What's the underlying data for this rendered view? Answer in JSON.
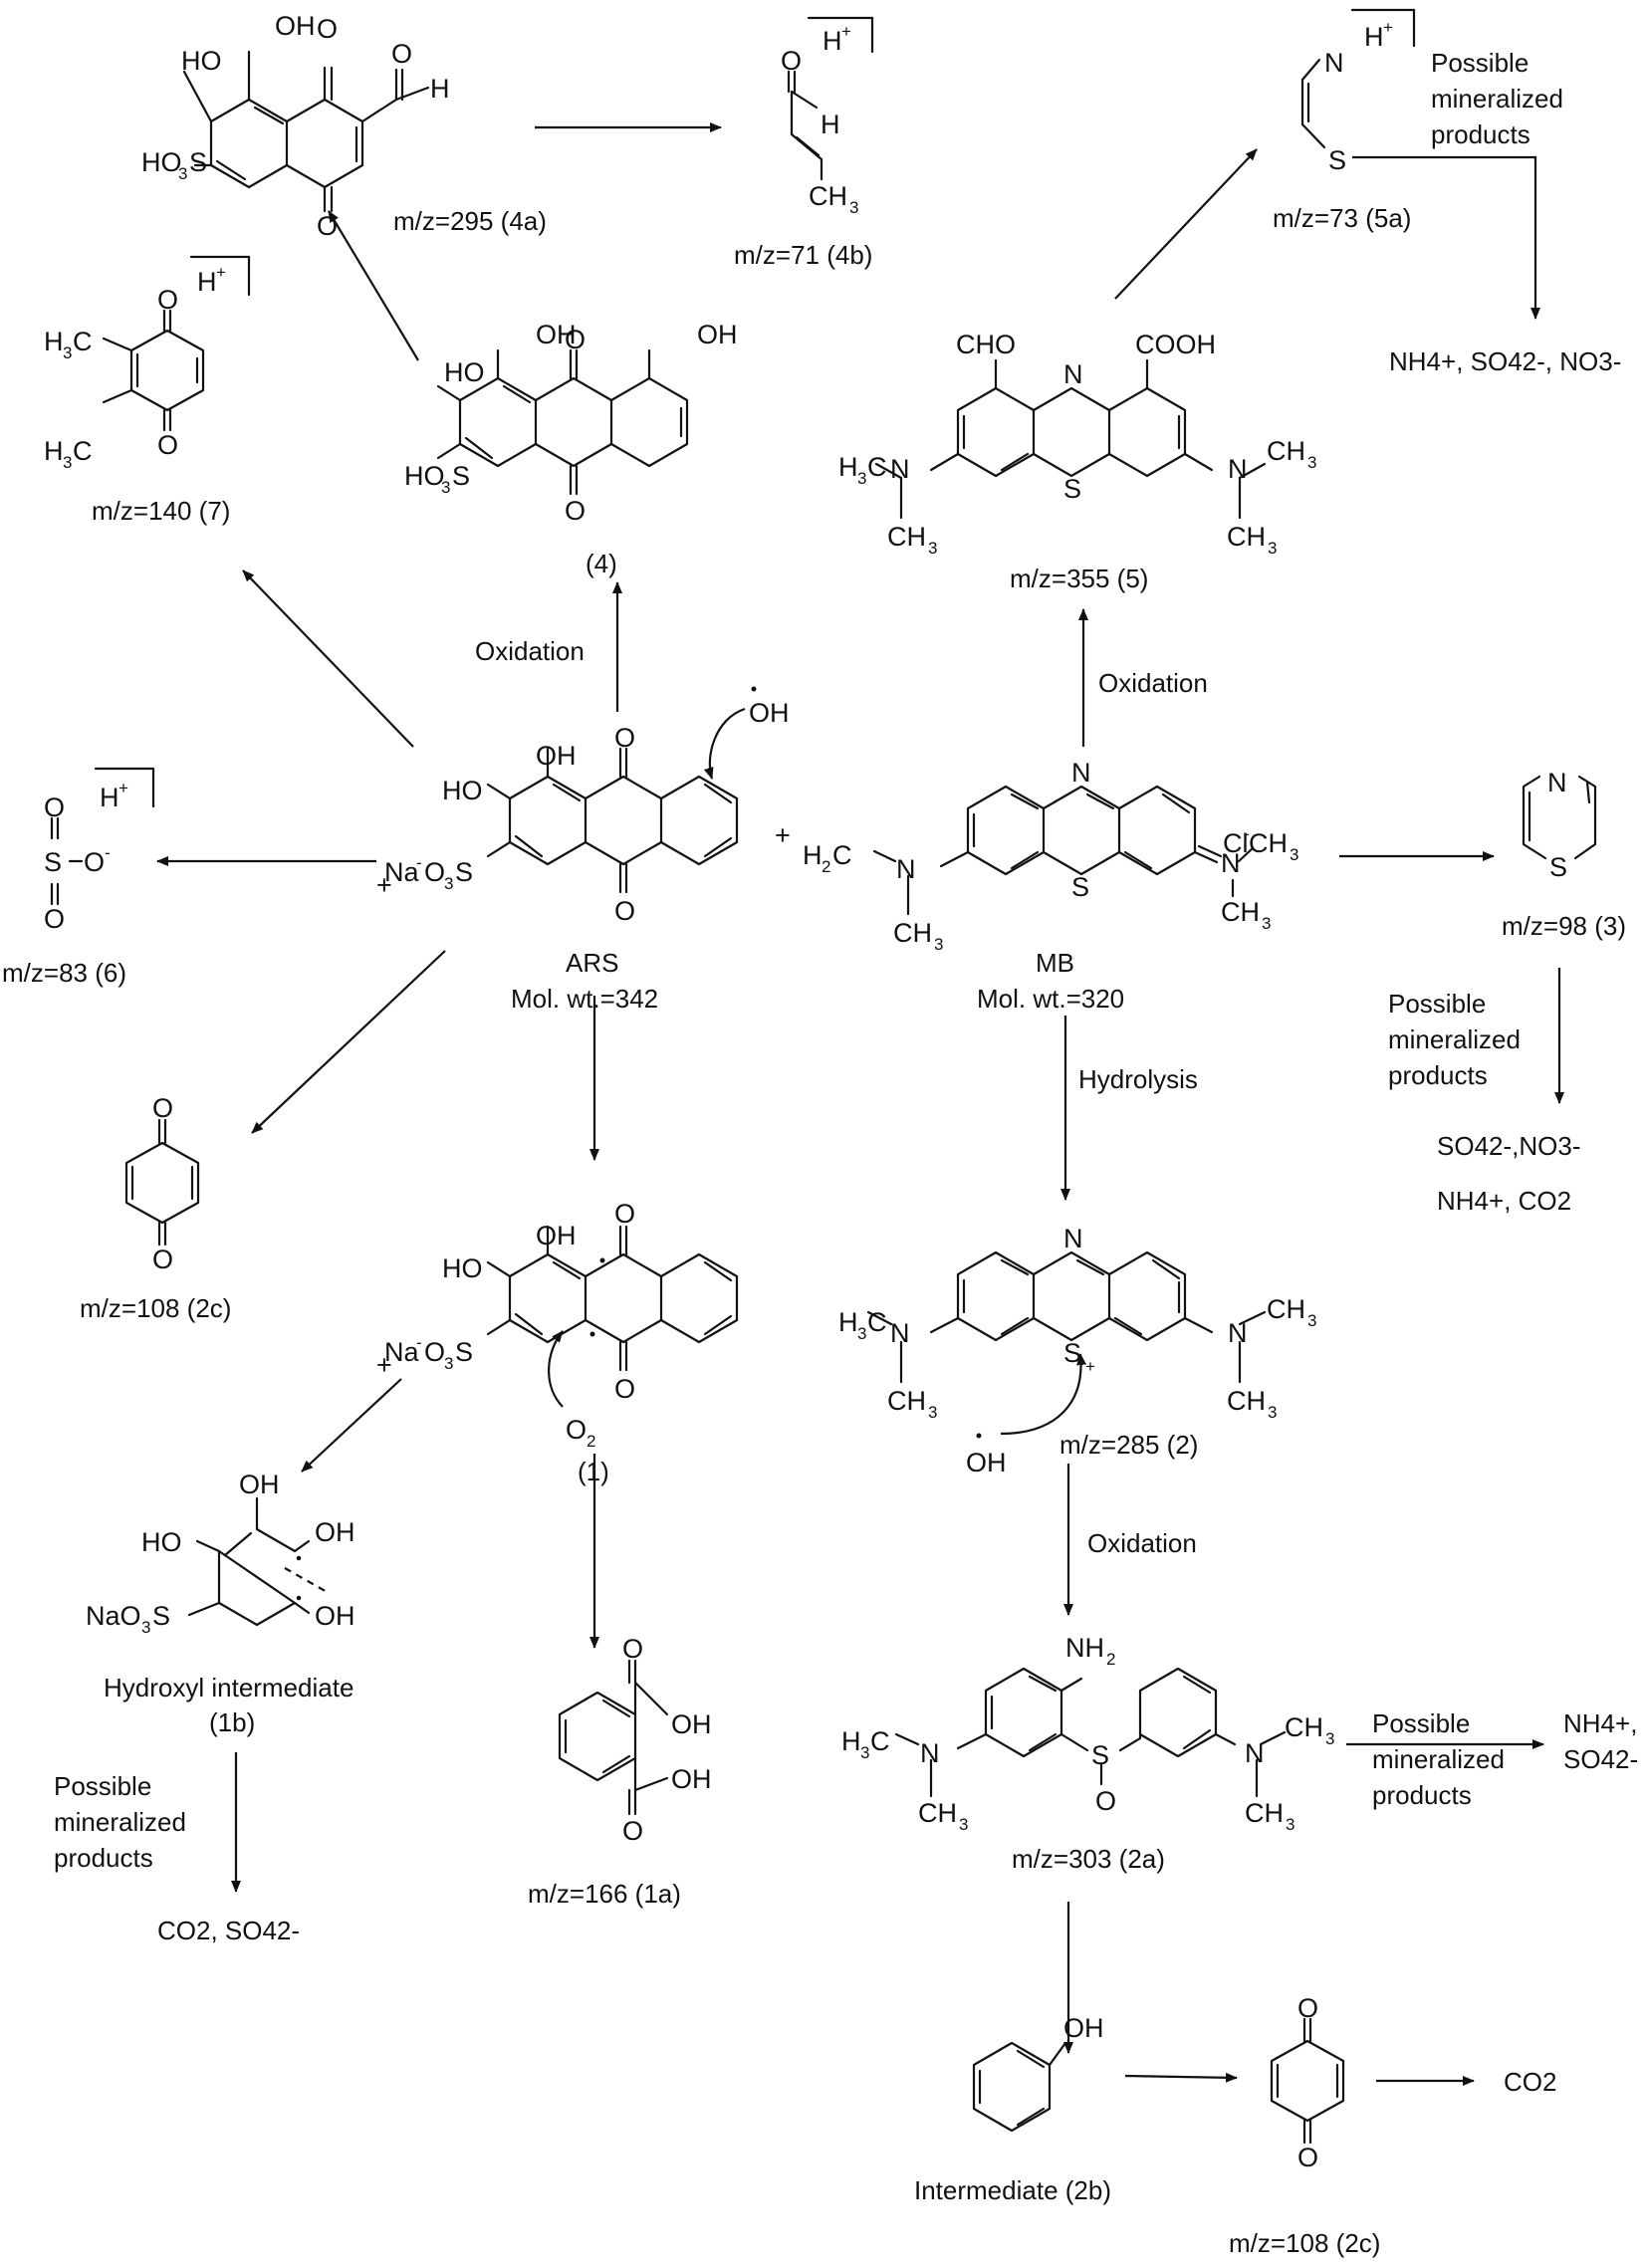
{
  "labels": {
    "m295": "m/z=295 (4a)",
    "m71": "m/z=71 (4b)",
    "m73": "m/z=73 (5a)",
    "m140": "m/z=140 (7)",
    "c4": "(4)",
    "m355": "m/z=355 (5)",
    "oxidation_ars": "Oxidation",
    "oxidation_mb": "Oxidation",
    "oxidation_2": "Oxidation",
    "hydrolysis": "Hydrolysis",
    "ars_name": "ARS",
    "ars_mw": "Mol. wt.=342",
    "mb_name": "MB",
    "mb_mw": "Mol. wt.=320",
    "m83": "m/z=83 (6)",
    "m98": "m/z=98 (3)",
    "m108_left": "m/z=108 (2c)",
    "m285": "m/z=285 (2)",
    "c1": "(1)",
    "hydroxyl_1": "Hydroxyl intermediate",
    "hydroxyl_2": "(1b)",
    "m166": "m/z=166 (1a)",
    "m303": "m/z=303 (2a)",
    "intermediate_2b": "Intermediate (2b)",
    "m108_bottom": "m/z=108 (2c)",
    "co2_final": "CO2",
    "plus": "+"
  },
  "mineralized_text": [
    "Possible",
    "mineralized",
    "products"
  ],
  "mineralized_5a_products": "NH4+, SO42-, NO3-",
  "mineralized_3_products": [
    "SO42-,NO3-",
    "NH4+, CO2"
  ],
  "mineralized_1b_products": "CO2, SO42-",
  "mineralized_2a_products": [
    "NH4+,",
    "SO42-"
  ]
}
